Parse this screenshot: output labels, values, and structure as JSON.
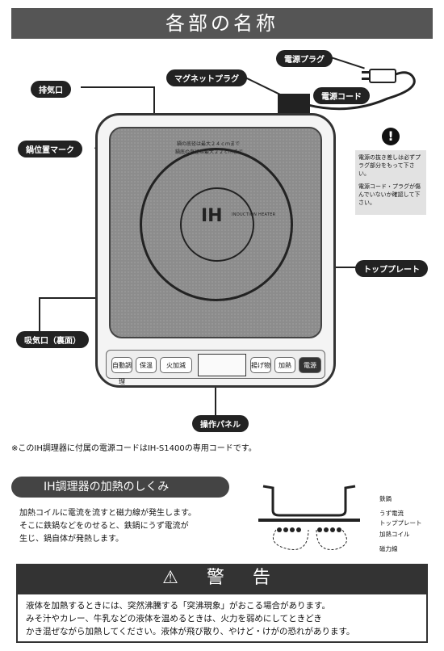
{
  "title": "各部の名称",
  "labels": {
    "power_plug": "電源プラグ",
    "magnet_plug": "マグネットプラグ",
    "power_cord": "電源コード",
    "exhaust": "排気口",
    "pan_mark": "鍋位置マーク",
    "intake": "吸気口（裏面）",
    "top_plate": "トッププレート",
    "panel": "操作パネル"
  },
  "plate": {
    "ih": "IH",
    "ih_sub": "INDUCTION HEATER",
    "size_line1": "鍋の底径は最大２４ｃｍまで",
    "size_line2": "鍋底の直径は最大２２ｃｍまで"
  },
  "panel_buttons": [
    "自動調理",
    "保温",
    "火加減",
    "揚げ物",
    "加熱",
    "電源"
  ],
  "caution": {
    "line1": "電源の抜き差しは必ずプラグ部分をもって下さい。",
    "line2": "電源コード・プラグが傷んでいないか確認して下さい。"
  },
  "footnote": "※このIH調理器に付属の電源コードはIH-S1400の専用コードです。",
  "section": {
    "title": "IH調理器の加熱のしくみ",
    "lines": [
      "加熱コイルに電流を流すと磁力線が発生します。",
      "そこに鉄鍋などをのせると、鉄鍋にうず電流が",
      "生じ、鍋自体が発熱します。"
    ]
  },
  "diagram": {
    "labels": [
      "鉄鍋",
      "うず電流",
      "トッププレート",
      "加熱コイル",
      "磁力線"
    ]
  },
  "warning": {
    "title": "警 告",
    "lines": [
      "液体を加熱するときには、突然沸騰する「突沸現象」がおこる場合があります。",
      "みそ汁やカレー、牛乳などの液体を温めるときは、火力を弱めにしてときどき",
      "かき混ぜながら加熱してください。液体が飛び散り、やけど・けがの恐れがあります。"
    ]
  }
}
